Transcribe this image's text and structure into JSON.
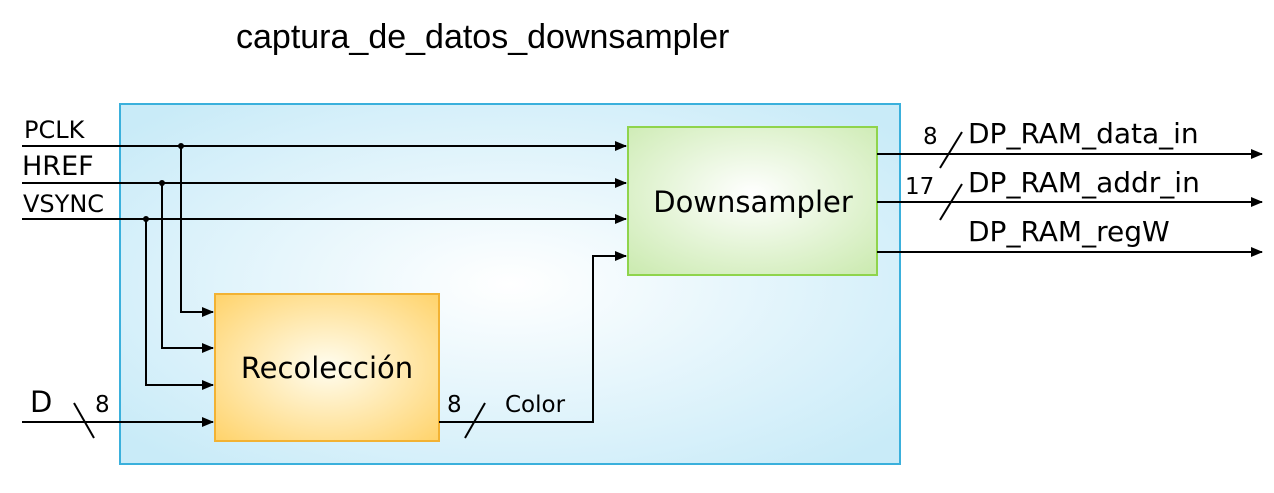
{
  "diagram": {
    "title": "captura_de_datos_downsampler",
    "blocks": {
      "recoleccion": "Recolección",
      "downsampler": "Downsampler"
    },
    "inputs": {
      "pclk": "PCLK",
      "href": "HREF",
      "vsync": "VSYNC",
      "d": "D",
      "d_width": "8"
    },
    "internal": {
      "color_label": "Color",
      "color_width": "8"
    },
    "outputs": {
      "data_in": "DP_RAM_data_in",
      "data_in_width": "8",
      "addr_in": "DP_RAM_addr_in",
      "addr_in_width": "17",
      "regw": "DP_RAM_regW"
    },
    "colors": {
      "container_border": "#3AB0DC",
      "recoleccion_border": "#F2B233",
      "downsampler_border": "#8FD44C",
      "wire": "#000000"
    }
  }
}
